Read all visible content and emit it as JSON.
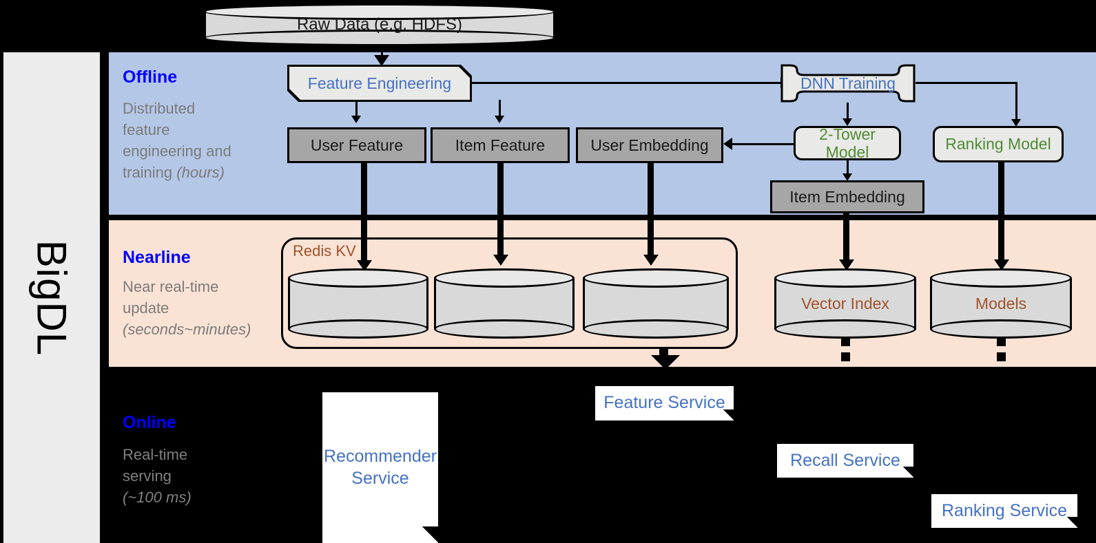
{
  "diagram": {
    "platform_label": "BigDL",
    "source": {
      "label": "Raw Data (e.g. HDFS)"
    },
    "bands": [
      {
        "id": "offline",
        "title": "Offline",
        "subtitle_line1": "Distributed",
        "subtitle_line2": "feature",
        "subtitle_line3": "engineering and",
        "subtitle_line4": "training ",
        "subtitle_italic": "(hours)",
        "bg_color": "#b4c7e7",
        "title_color": "#0000ff"
      },
      {
        "id": "nearline",
        "title": "Nearline",
        "subtitle_line1": "Near real-time",
        "subtitle_line2": "update",
        "subtitle_italic": "(seconds~minutes)",
        "bg_color": "#fae3d5",
        "title_color": "#0000ff"
      },
      {
        "id": "online",
        "title": "Online",
        "subtitle_line1": "Real-time",
        "subtitle_line2": "serving",
        "subtitle_italic": "(~100 ms)",
        "bg_color": "#000000",
        "title_color": "#0000ff"
      }
    ],
    "offline_nodes": {
      "feature_engineering": {
        "label": "Feature Engineering",
        "text_color": "#4472c4",
        "shape": "chamfered-process"
      },
      "dnn_training": {
        "label": "DNN Training",
        "text_color": "#4472c4",
        "shape": "braced-process"
      },
      "user_feature": {
        "label": "User Feature",
        "text_color": "#1a1a1a",
        "shape": "rectangle",
        "fill": "#a6a6a6"
      },
      "item_feature": {
        "label": "Item Feature",
        "text_color": "#1a1a1a",
        "shape": "rectangle",
        "fill": "#a6a6a6"
      },
      "user_embedding": {
        "label": "User Embedding",
        "text_color": "#1a1a1a",
        "shape": "rectangle",
        "fill": "#a6a6a6"
      },
      "item_embedding": {
        "label": "Item Embedding",
        "text_color": "#1a1a1a",
        "shape": "rectangle",
        "fill": "#a6a6a6"
      },
      "two_tower_model": {
        "label": "2-Tower Model",
        "text_color": "#4e8c33",
        "shape": "rounded-process"
      },
      "ranking_model": {
        "label": "Ranking Model",
        "text_color": "#4e8c33",
        "shape": "rounded-process"
      }
    },
    "nearline_nodes": {
      "redis_group": {
        "label": "Redis KV",
        "text_color": "#a1522a"
      },
      "store_user_feature": {
        "label": ""
      },
      "store_item_feature": {
        "label": ""
      },
      "store_user_embedding": {
        "label": ""
      },
      "vector_index": {
        "label": "Vector Index",
        "text_color": "#a1522a"
      },
      "models": {
        "label": "Models",
        "text_color": "#a1522a"
      }
    },
    "online_nodes": {
      "recommender_service": {
        "label_line1": "Recommender",
        "label_line2": "Service",
        "text_color": "#4472c4"
      },
      "feature_service": {
        "label": "Feature Service",
        "text_color": "#4472c4"
      },
      "recall_service": {
        "label": "Recall Service",
        "text_color": "#4472c4"
      },
      "ranking_service": {
        "label": "Ranking Service",
        "text_color": "#4472c4"
      }
    }
  }
}
